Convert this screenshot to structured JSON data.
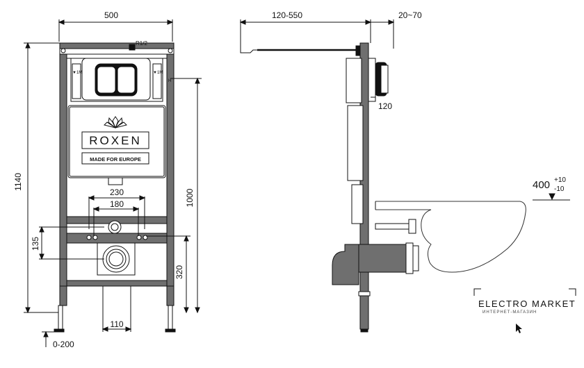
{
  "dimensions": {
    "width_top": "500",
    "depth_range": "120-550",
    "flush_range": "20~70",
    "inlet": "R1/2",
    "height_total": "1140",
    "height_1000": "1000",
    "width_230": "230",
    "width_180": "180",
    "height_135": "135",
    "height_320": "320",
    "width_110": "110",
    "leg_range": "0-200",
    "depth_120": "120",
    "seat_height": "400",
    "seat_tol_plus": "+10",
    "seat_tol_minus": "-10",
    "valve_left": "▼1M",
    "valve_right": "▼1M",
    "valve_h": "H"
  },
  "logo": {
    "brand": "ROXEN",
    "tagline": "MADE FOR EUROPE"
  },
  "watermark": {
    "title": "ELECTRO MARKET",
    "subtitle": "ИНТЕРНЕТ-МАГАЗИН"
  }
}
